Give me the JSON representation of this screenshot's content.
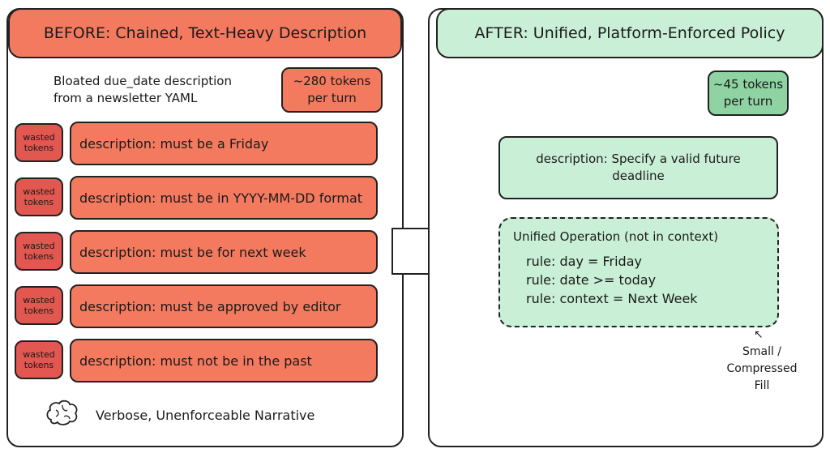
{
  "before": {
    "title": "BEFORE: Chained, Text-Heavy Description",
    "intro": [
      "Bloated due_date description",
      "from a newsletter YAML"
    ],
    "token_badge": [
      "~280 tokens",
      "per turn"
    ],
    "wasted_label": [
      "wasted",
      "tokens"
    ],
    "rows": [
      "description: must be a Friday",
      "description: must be in YYYY-MM-DD format",
      "description: must be for next week",
      "description: must be approved by editor",
      "description: must not be in the past"
    ],
    "footer": "Verbose, Unenforceable Narrative"
  },
  "after": {
    "title": "AFTER: Unified, Platform-Enforced Policy",
    "token_badge": [
      "~45 tokens",
      "per turn"
    ],
    "description": [
      "description: Specify a valid future",
      "deadline"
    ],
    "operation_title": "Unified Operation (not in context)",
    "rules": [
      "rule: day = Friday",
      "rule: date >= today",
      "rule: context = Next Week"
    ],
    "annotation": [
      "Small /",
      "Compressed",
      "Fill"
    ]
  },
  "colors": {
    "orange": "#f47a5f",
    "red": "#e2574f",
    "green_light": "#c9f0d6",
    "green_dark": "#8fd3a3"
  }
}
